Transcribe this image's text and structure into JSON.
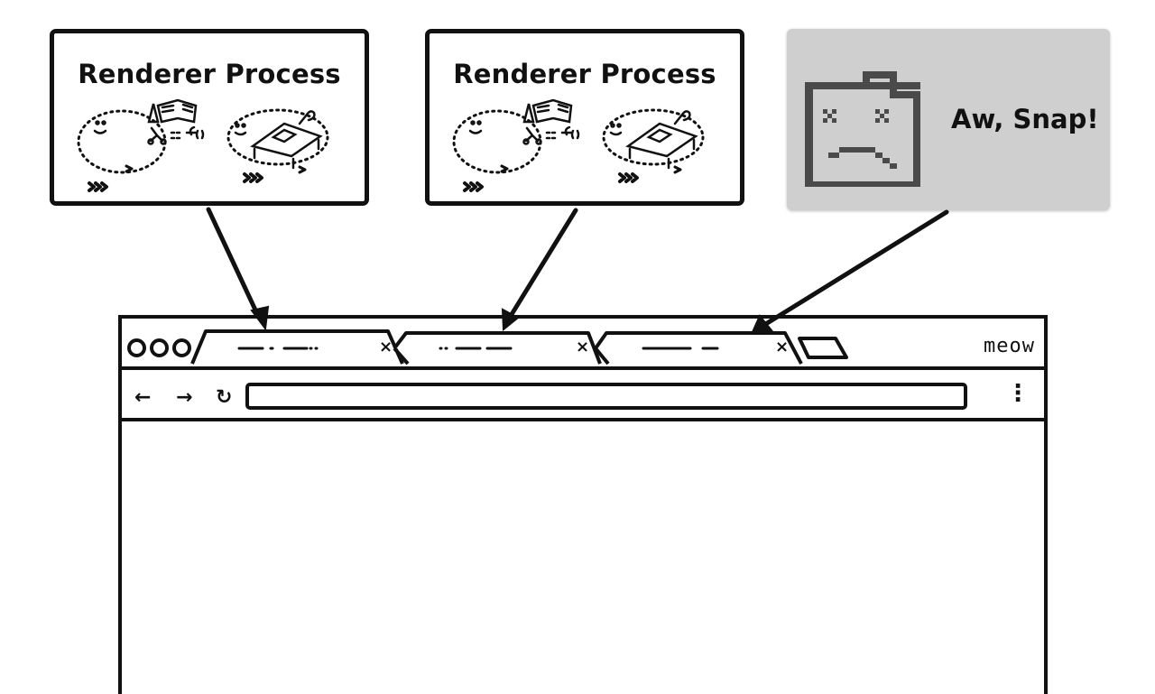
{
  "processes": [
    {
      "title": "Renderer Process"
    },
    {
      "title": "Renderer Process"
    }
  ],
  "crash": {
    "message": "Aw, Snap!",
    "icon": "sad-tab-icon"
  },
  "browser": {
    "profile_name": "meow",
    "tabs": [
      {
        "close": "×"
      },
      {
        "close": "×"
      },
      {
        "close": "×"
      }
    ],
    "nav": {
      "back": "←",
      "forward": "→",
      "reload": "↻",
      "menu": "⋮"
    }
  }
}
